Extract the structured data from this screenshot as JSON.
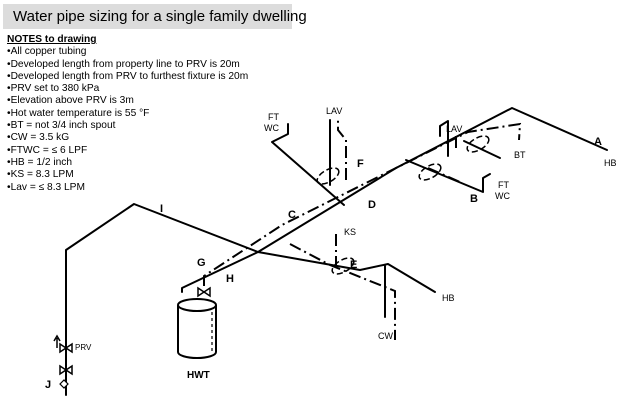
{
  "title": "Water pipe sizing for a single family dwelling",
  "notes": {
    "header": "NOTES to drawing",
    "items": [
      "•All copper tubing",
      "•Developed length from property line to PRV is 20m",
      "•Developed length from PRV to furthest fixture is 20m",
      "•PRV set to 380 kPa",
      "•Elevation above PRV is 3m",
      "•Hot water temperature is 55 °F",
      "•BT = not 3/4 inch spout",
      "•CW = 3.5 kG",
      "•FTWC = ≤ 6 LPF",
      "•HB = 1/2 inch",
      "•KS = 8.3 LPM",
      "•Lav = ≤ 8.3 LPM"
    ]
  },
  "diagram": {
    "segment_labels": {
      "A": "A",
      "B": "B",
      "C": "C",
      "D": "D",
      "E": "E",
      "F": "F",
      "G": "G",
      "H": "H",
      "I": "I",
      "J": "J"
    },
    "fixture_labels": {
      "ft_wc_left_1": "FT",
      "ft_wc_left_2": "WC",
      "lav_left": "LAV",
      "lav_right": "LAV",
      "bt": "BT",
      "ft_wc_right_1": "FT",
      "ft_wc_right_2": "WC",
      "hb_right": "HB",
      "ks": "KS",
      "hb_lower": "HB",
      "cw": "CW"
    },
    "equipment_labels": {
      "prv": "PRV",
      "hwt": "HWT"
    }
  }
}
